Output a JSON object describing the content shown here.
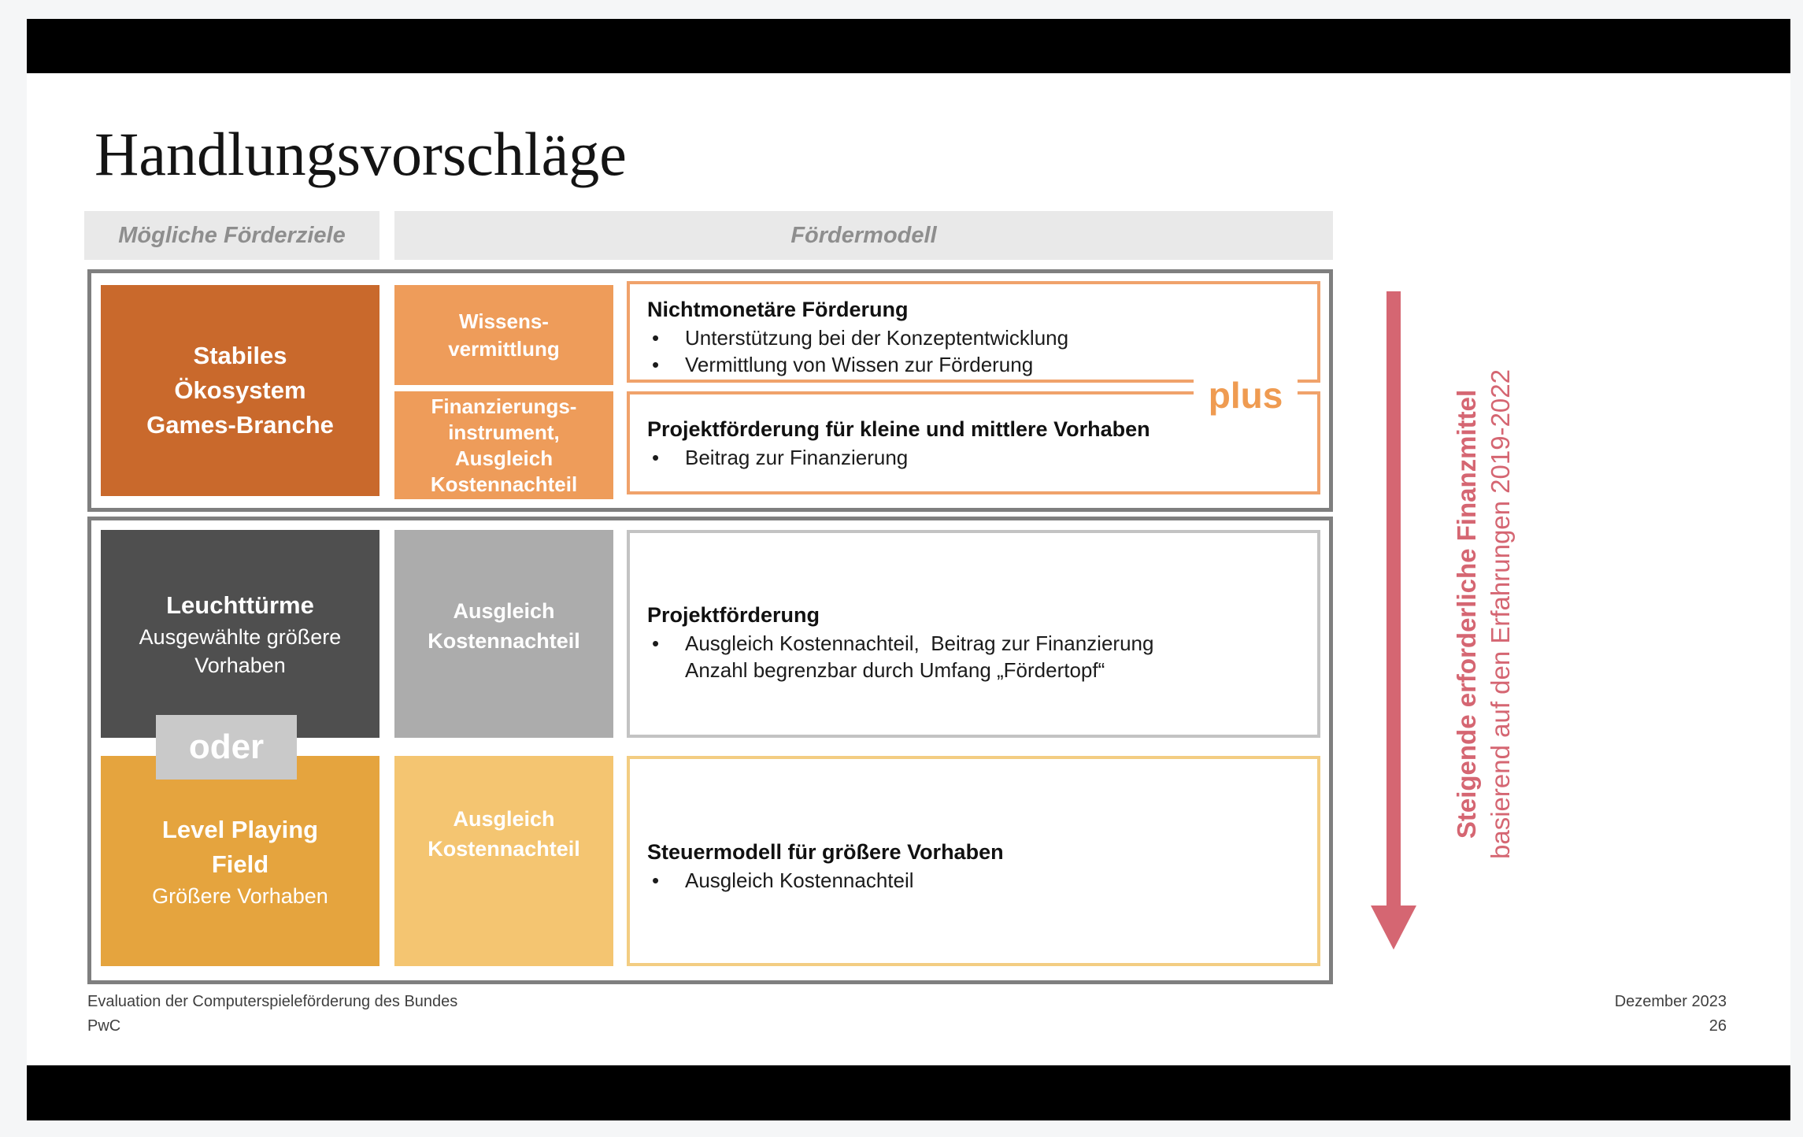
{
  "page": {
    "background": "#f5f6f7",
    "letterbox_color": "#000000"
  },
  "slide": {
    "title": "Handlungsvorschläge",
    "bullet_char": "•",
    "column_headers": [
      {
        "label": "Mögliche Förderziele"
      },
      {
        "label": "Fördermodell"
      }
    ],
    "group1": {
      "goal": {
        "lines": [
          "Stabiles",
          "Ökosystem",
          "Games-Branche"
        ]
      },
      "instrument1": {
        "lines": [
          "Wissens-",
          "vermittlung"
        ]
      },
      "instrument2": {
        "lines": [
          "Finanzierungs-",
          "instrument,",
          "Ausgleich",
          "Kostennachteil"
        ]
      },
      "model1": {
        "heading": "Nichtmonetäre Förderung",
        "bullets": [
          "Unterstützung bei der Konzeptentwicklung",
          "Vermittlung von Wissen zur Förderung"
        ]
      },
      "connector_label": "plus",
      "model2": {
        "heading": "Projektförderung für kleine und mittlere Vorhaben",
        "bullets": [
          "Beitrag zur Finanzierung"
        ]
      }
    },
    "group2": {
      "goal1": {
        "title": "Leuchttürme",
        "subtitle_lines": [
          "Ausgewählte größere",
          "Vorhaben"
        ]
      },
      "or_label": "oder",
      "goal2": {
        "title_lines": [
          "Level Playing",
          "Field"
        ],
        "subtitle": "Größere Vorhaben"
      },
      "instrument1": {
        "lines": [
          "Ausgleich",
          "Kostennachteil"
        ]
      },
      "instrument2": {
        "lines": [
          "Ausgleich",
          "Kostennachteil"
        ]
      },
      "model1": {
        "heading": "Projektförderung",
        "bullet_line1": "Ausgleich Kostennachteil,  Beitrag zur Finanzierung",
        "bullet_line2": "Anzahl begrenzbar durch Umfang „Fördertopf“"
      },
      "model2": {
        "heading": "Steuermodell für größere Vorhaben",
        "bullets": [
          "Ausgleich Kostennachteil"
        ]
      }
    },
    "side_annotation": {
      "line1": "Steigende erforderliche Finanzmittel",
      "line2": "basierend auf den Erfahrungen 2019-2022"
    },
    "footer": {
      "document": "Evaluation der Computerspieleförderung des Bundes",
      "brand": "PwC",
      "date": "Dezember 2023",
      "page_number": "26"
    }
  },
  "colors": {
    "goal_dark_orange": "#c9692c",
    "instrument_orange": "#ee9c5a",
    "orange_border": "#f0a26b",
    "plus_orange": "#ef9b51",
    "lpf_orange": "#e5a43e",
    "yellow_box": "#f4c571",
    "yellow_border": "#f3cd82",
    "dark_gray_box": "#4f4f4f",
    "mid_gray_box": "#acacac",
    "oder_gray": "#c9c9c9",
    "group_border_gray": "#7f7f7f",
    "gray_box_border": "#c3c3c3",
    "rose_arrow": "#d56672",
    "header_bar_bg": "#e9e9e9",
    "header_bar_text": "#8e8e8e"
  }
}
